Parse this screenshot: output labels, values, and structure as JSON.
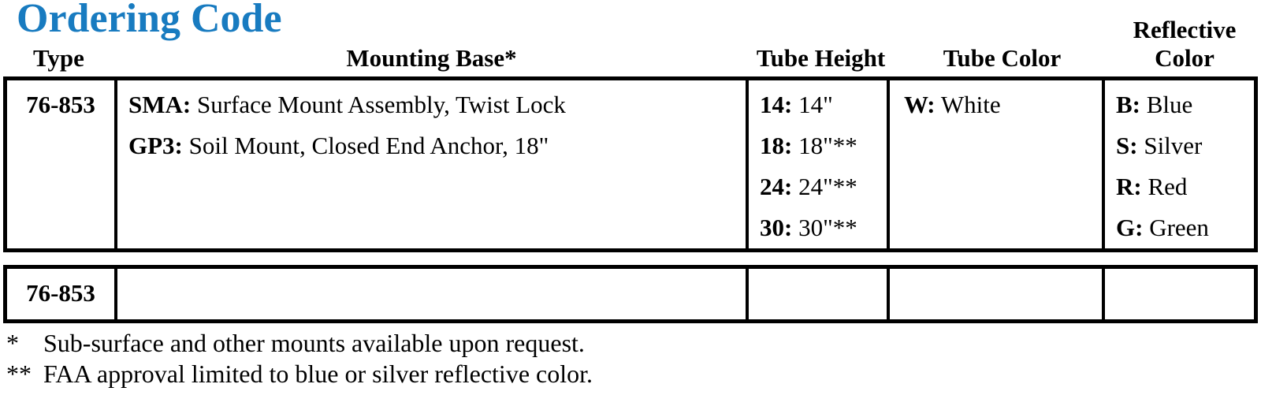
{
  "title": "Ordering Code",
  "colors": {
    "title_accent": "#187BC0",
    "text": "#000000",
    "table_border": "#000000"
  },
  "columns": [
    {
      "label": "Type"
    },
    {
      "label": "Mounting Base*"
    },
    {
      "label": "Tube Height"
    },
    {
      "label": "Tube Color"
    },
    {
      "label": "Reflective Color"
    }
  ],
  "ordering_table": {
    "type_code": "76-853",
    "mounting_bases": [
      {
        "code_label": "SMA:",
        "description": "Surface Mount Assembly, Twist Lock"
      },
      {
        "code_label": "GP3:",
        "description": "Soil Mount, Closed End Anchor, 18\""
      }
    ],
    "tube_heights": [
      {
        "code_label": "14:",
        "description": "14\""
      },
      {
        "code_label": "18:",
        "description": "18\"**"
      },
      {
        "code_label": "24:",
        "description": "24\"**"
      },
      {
        "code_label": "30:",
        "description": "30\"**"
      }
    ],
    "tube_colors": [
      {
        "code_label": "W:",
        "description": "White"
      }
    ],
    "reflective_colors": [
      {
        "code_label": "B:",
        "description": "Blue"
      },
      {
        "code_label": "S:",
        "description": "Silver"
      },
      {
        "code_label": "R:",
        "description": "Red"
      },
      {
        "code_label": "G:",
        "description": "Green"
      }
    ]
  },
  "selection_row": {
    "type_code": "76-853"
  },
  "footnotes": [
    {
      "marker": "*",
      "text": "Sub-surface and other mounts available upon request."
    },
    {
      "marker": "**",
      "text": "FAA approval limited to blue or silver reflective color."
    }
  ]
}
